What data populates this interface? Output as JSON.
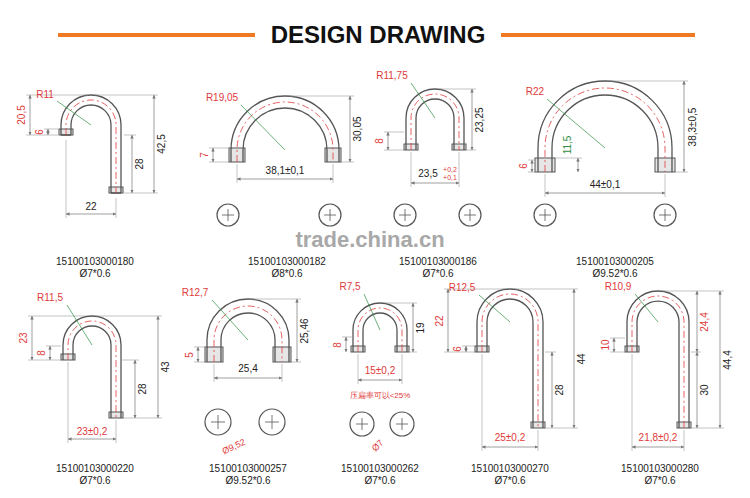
{
  "diagram": {
    "title": "DESIGN DRAWING",
    "labels": [
      "R11",
      "20,5",
      "6",
      "28",
      "42,5",
      "22",
      "15100103000180",
      "Ø7*0.6",
      "R19,05",
      "30,05",
      "7",
      "38,1±0,1",
      "15100103000182",
      "Ø8*0.6",
      "R11,75",
      "23,25",
      "8",
      "23,5",
      "+0,2",
      "+0,1",
      "15100103000186",
      "Ø7*0.6",
      "R22",
      "38,3±0,5",
      "11,5",
      "6",
      "44±0,1",
      "15100103000205",
      "Ø9.52*0.6",
      "trade.china.cn",
      "R11,5",
      "23",
      "8",
      "43",
      "28",
      "23±0,2",
      "15100103000220",
      "Ø7*0.6",
      "R12,7",
      "25,46",
      "5",
      "25,4",
      "Ø9,52",
      "15100103000257",
      "Ø9.52*0.6",
      "R7,5",
      "19",
      "8",
      "15±0,2",
      "压扁率可以<25%",
      "Ø7",
      "15100103000262",
      "Ø7*0.6",
      "R12,5",
      "22",
      "6",
      "44",
      "28",
      "25±0,2",
      "15100103000270",
      "Ø7*0.6",
      "R10,9",
      "10",
      "24,4",
      "44,4",
      "30",
      "21,8±0,2",
      "15100103000280",
      "Ø7*0.6"
    ]
  }
}
